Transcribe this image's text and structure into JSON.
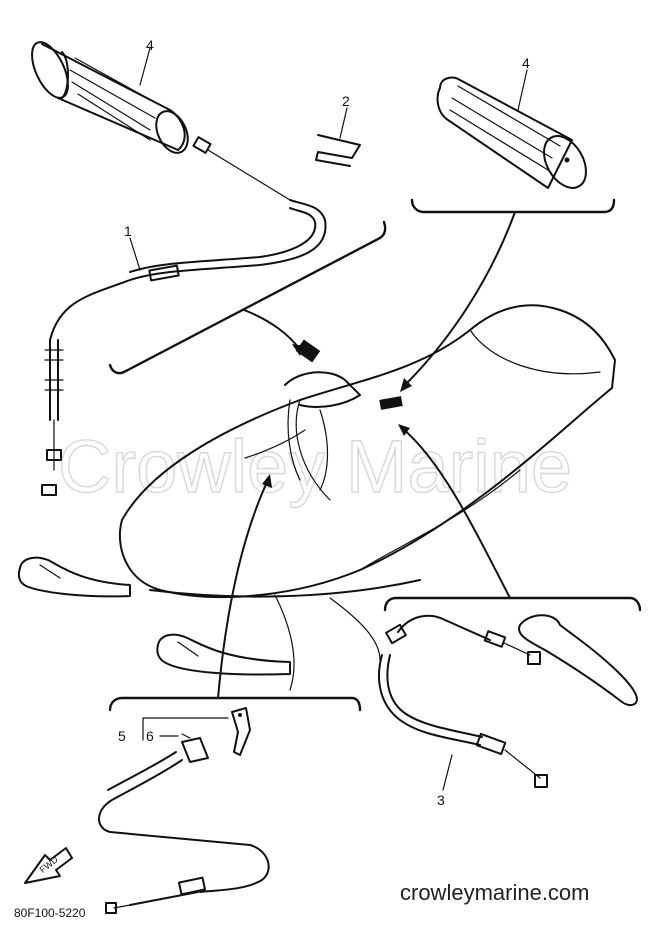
{
  "watermark": "Crowley Marine",
  "footer_site": "crowleymarine.com",
  "drawing_code": "80F100-5220",
  "fwd_label": "FWD",
  "parts": [
    {
      "callout": "1",
      "name": "throttle-cable"
    },
    {
      "callout": "2",
      "name": "clip"
    },
    {
      "callout": "3",
      "name": "brake-cable"
    },
    {
      "callout": "4",
      "name": "grip-left"
    },
    {
      "callout": "4",
      "name": "grip-right"
    },
    {
      "callout": "5",
      "name": "switch-assembly"
    },
    {
      "callout": "6",
      "name": "switch-knob"
    }
  ]
}
